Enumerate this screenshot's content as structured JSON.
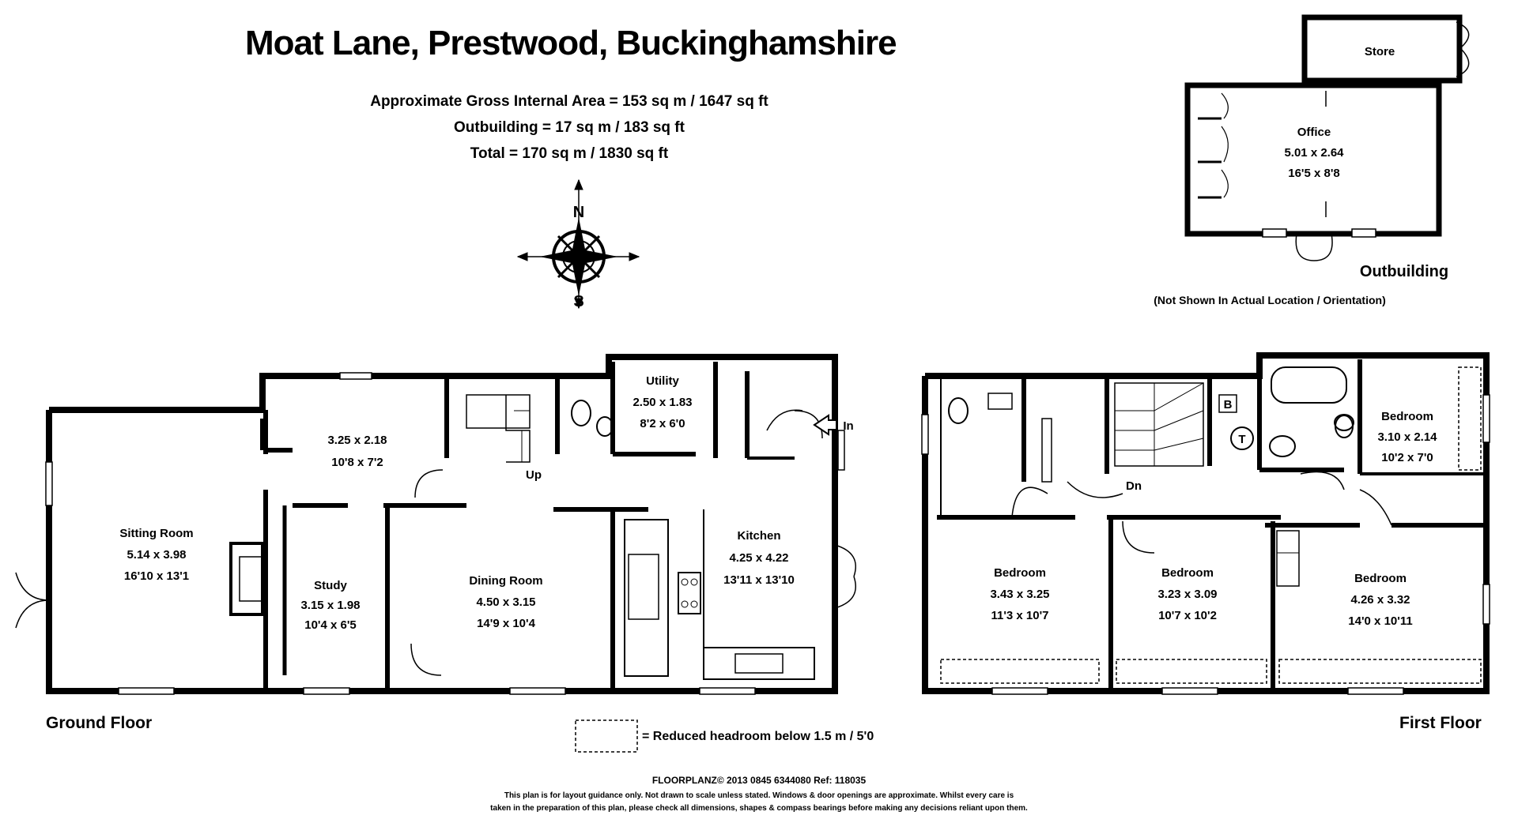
{
  "header": {
    "title": "Moat Lane, Prestwood, Buckinghamshire",
    "area_lines": [
      "Approximate Gross Internal Area = 153 sq m / 1647 sq ft",
      "Outbuilding = 17 sq m / 183 sq ft",
      "Total = 170 sq m / 1830 sq ft"
    ]
  },
  "compass": {
    "north": "N",
    "south": "S"
  },
  "outbuilding": {
    "store": "Store",
    "office_name": "Office",
    "office_metric": "5.01 x 2.64",
    "office_imperial": "16'5 x 8'8",
    "caption": "Outbuilding",
    "note": "(Not Shown In Actual Location / Orientation)"
  },
  "ground_floor": {
    "caption": "Ground Floor",
    "rooms": [
      {
        "name": "Sitting Room",
        "metric": "5.14 x 3.98",
        "imperial": "16'10 x 13'1"
      },
      {
        "name": "",
        "metric": "3.25 x 2.18",
        "imperial": "10'8 x 7'2"
      },
      {
        "name": "Study",
        "metric": "3.15 x 1.98",
        "imperial": "10'4 x 6'5"
      },
      {
        "name": "Dining Room",
        "metric": "4.50 x 3.15",
        "imperial": "14'9 x 10'4"
      },
      {
        "name": "Utility",
        "metric": "2.50 x 1.83",
        "imperial": "8'2 x 6'0"
      },
      {
        "name": "Kitchen",
        "metric": "4.25 x 4.22",
        "imperial": "13'11 x 13'10"
      }
    ],
    "up_label": "Up",
    "in_label": "In"
  },
  "first_floor": {
    "caption": "First Floor",
    "rooms": [
      {
        "name": "Bedroom",
        "metric": "3.10 x 2.14",
        "imperial": "10'2 x 7'0"
      },
      {
        "name": "Bedroom",
        "metric": "3.43 x 3.25",
        "imperial": "11'3 x 10'7"
      },
      {
        "name": "Bedroom",
        "metric": "3.23 x 3.09",
        "imperial": "10'7 x 10'2"
      },
      {
        "name": "Bedroom",
        "metric": "4.26 x 3.32",
        "imperial": "14'0 x 10'11"
      }
    ],
    "dn_label": "Dn",
    "b_label": "B",
    "t_label": "T"
  },
  "legend": {
    "text": "= Reduced headroom below 1.5 m / 5'0"
  },
  "footer": {
    "company_line": "FLOORPLANZ© 2013      0845 6344080      Ref: 118035",
    "disclaimer_1": "This plan is for layout guidance only. Not drawn to scale unless stated. Windows & door openings are approximate. Whilst every care is",
    "disclaimer_2": "taken in the preparation of this plan, please check all dimensions, shapes & compass bearings before making any decisions reliant upon them."
  }
}
